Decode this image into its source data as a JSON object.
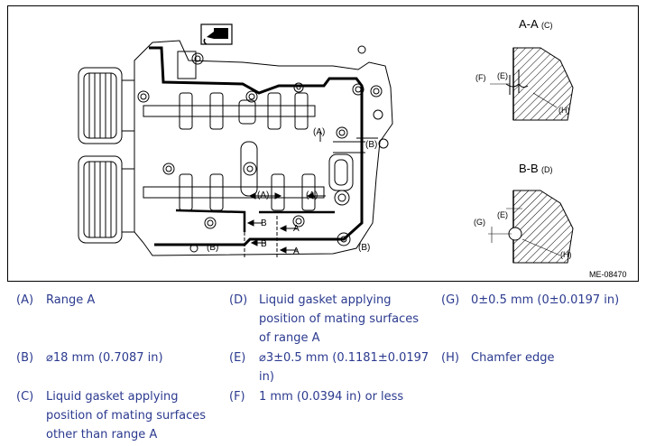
{
  "figure": {
    "id_label": "ME-08470",
    "callouts": {
      "A": "(A)",
      "B": "(B)",
      "C": "(C)",
      "D": "(D)",
      "E": "(E)",
      "F": "(F)",
      "G": "(G)",
      "H": "(H)"
    },
    "section_arrows": {
      "A": "A",
      "B": "B"
    },
    "section_aa_title": "A-A",
    "section_bb_title": "B-B",
    "colors": {
      "line": "#000000",
      "hatch": "#000000",
      "legend_text": "#2b3a8f"
    },
    "icons": [
      "liquid-gasket-tube-icon"
    ]
  },
  "legend": {
    "items": [
      {
        "key": "(A)",
        "text": "Range A"
      },
      {
        "key": "(B)",
        "text": "⌀18 mm (0.7087 in)"
      },
      {
        "key": "(C)",
        "text": "Liquid gasket applying position of mating surfaces other than range A"
      },
      {
        "key": "(D)",
        "text": "Liquid gasket applying position of mating surfaces of range A"
      },
      {
        "key": "(E)",
        "text": "⌀3±0.5 mm (0.1181±0.0197 in)"
      },
      {
        "key": "(F)",
        "text": "1 mm (0.0394 in) or less"
      },
      {
        "key": "(G)",
        "text": "0±0.5 mm (0±0.0197 in)"
      },
      {
        "key": "(H)",
        "text": "Chamfer edge"
      }
    ]
  }
}
